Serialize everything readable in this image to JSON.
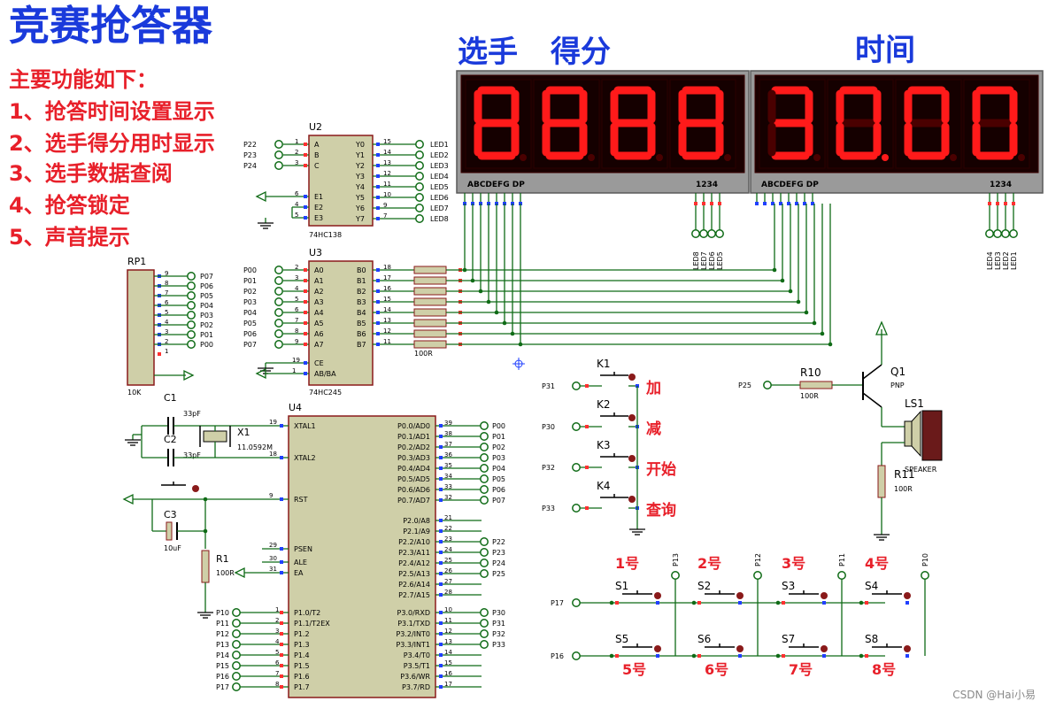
{
  "title": "竞赛抢答器",
  "features": {
    "heading": "主要功能如下：",
    "items": [
      "1、抢答时间设置显示",
      "2、选手得分用时显示",
      "3、选手数据查阅",
      "4、抢答锁定",
      "5、声音提示"
    ]
  },
  "display": {
    "header_player": "选手",
    "header_score": "得分",
    "header_time": "时间",
    "segment_label": "ABCDEFG  DP",
    "digit_label": "1234",
    "left_digits": [
      "8",
      "8",
      "8",
      "8"
    ],
    "right_digits": [
      "3",
      "0",
      "0",
      "0"
    ],
    "right_dp_digit": 1,
    "left_pins": [
      "LED8",
      "LED7",
      "LED6",
      "LED5"
    ],
    "right_pins": [
      "LED4",
      "LED3",
      "LED2",
      "LED1"
    ],
    "on_color": "#ff1a1a",
    "off_color": "#4a0000"
  },
  "u2": {
    "ref": "U2",
    "part": "74HC138",
    "in_pins": [
      "A",
      "B",
      "C"
    ],
    "in_nums": [
      "1",
      "2",
      "3"
    ],
    "in_nets": [
      "P22",
      "P23",
      "P24"
    ],
    "en_pins": [
      "E1",
      "E2",
      "E3"
    ],
    "en_nums": [
      "6",
      "4",
      "5"
    ],
    "out_pins": [
      "Y0",
      "Y1",
      "Y2",
      "Y3",
      "Y4",
      "Y5",
      "Y6",
      "Y7"
    ],
    "out_nums": [
      "15",
      "14",
      "13",
      "12",
      "11",
      "10",
      "9",
      "7"
    ],
    "out_nets": [
      "LED1",
      "LED2",
      "LED3",
      "LED4",
      "LED5",
      "LED6",
      "LED7",
      "LED8"
    ]
  },
  "u3": {
    "ref": "U3",
    "part": "74HC245",
    "a_pins": [
      "A0",
      "A1",
      "A2",
      "A3",
      "A4",
      "A5",
      "A6",
      "A7"
    ],
    "a_nums": [
      "2",
      "3",
      "4",
      "5",
      "6",
      "7",
      "8",
      "9"
    ],
    "a_nets": [
      "P00",
      "P01",
      "P02",
      "P03",
      "P04",
      "P05",
      "P06",
      "P07"
    ],
    "b_pins": [
      "B0",
      "B1",
      "B2",
      "B3",
      "B4",
      "B5",
      "B6",
      "B7"
    ],
    "b_nums": [
      "18",
      "17",
      "16",
      "15",
      "14",
      "13",
      "12",
      "11"
    ],
    "ctrl_pins": [
      "CE",
      "AB/BA"
    ],
    "ctrl_nums": [
      "19",
      "1"
    ],
    "res_label": "100R"
  },
  "rp1": {
    "ref": "RP1",
    "value": "10K",
    "nums": [
      "9",
      "8",
      "7",
      "6",
      "5",
      "4",
      "3",
      "2",
      "1"
    ],
    "nets": [
      "P07",
      "P06",
      "P05",
      "P04",
      "P03",
      "P02",
      "P01",
      "P00"
    ]
  },
  "u4": {
    "ref": "U4",
    "left_top": [
      [
        "XTAL1",
        "19"
      ],
      [
        "XTAL2",
        "18"
      ],
      [
        "RST",
        "9"
      ],
      [
        "PSEN",
        "29"
      ],
      [
        "ALE",
        "30"
      ],
      [
        "EA",
        "31"
      ]
    ],
    "p1_pins": [
      "P1.0/T2",
      "P1.1/T2EX",
      "P1.2",
      "P1.3",
      "P1.4",
      "P1.5",
      "P1.6",
      "P1.7"
    ],
    "p1_nums": [
      "1",
      "2",
      "3",
      "4",
      "5",
      "6",
      "7",
      "8"
    ],
    "p1_nets": [
      "P10",
      "P11",
      "P12",
      "P13",
      "P14",
      "P15",
      "P16",
      "P17"
    ],
    "p0_pins": [
      "P0.0/AD0",
      "P0.1/AD1",
      "P0.2/AD2",
      "P0.3/AD3",
      "P0.4/AD4",
      "P0.5/AD5",
      "P0.6/AD6",
      "P0.7/AD7"
    ],
    "p0_nums": [
      "39",
      "38",
      "37",
      "36",
      "35",
      "34",
      "33",
      "32"
    ],
    "p0_nets": [
      "P00",
      "P01",
      "P02",
      "P03",
      "P04",
      "P05",
      "P06",
      "P07"
    ],
    "p2_pins": [
      "P2.0/A8",
      "P2.1/A9",
      "P2.2/A10",
      "P2.3/A11",
      "P2.4/A12",
      "P2.5/A13",
      "P2.6/A14",
      "P2.7/A15"
    ],
    "p2_nums": [
      "21",
      "22",
      "23",
      "24",
      "25",
      "26",
      "27",
      "28"
    ],
    "p2_nets": [
      "",
      "",
      "P22",
      "P23",
      "P24",
      "P25",
      "",
      ""
    ],
    "p3_pins": [
      "P3.0/RXD",
      "P3.1/TXD",
      "P3.2/INT0",
      "P3.3/INT1",
      "P3.4/T0",
      "P3.5/T1",
      "P3.6/WR",
      "P3.7/RD"
    ],
    "p3_nums": [
      "10",
      "11",
      "12",
      "13",
      "14",
      "15",
      "16",
      "17"
    ],
    "p3_nets": [
      "P30",
      "P31",
      "P32",
      "P33",
      "",
      "",
      "",
      ""
    ]
  },
  "osc": {
    "c1": "C1",
    "c2": "C2",
    "c_val": "33pF",
    "x1": "X1",
    "x1_val": "11.0592M",
    "c3": "C3",
    "c3_val": "10uF",
    "r1": "R1",
    "r1_val": "100R"
  },
  "keys": [
    {
      "ref": "K1",
      "net": "P31",
      "label": "加"
    },
    {
      "ref": "K2",
      "net": "P30",
      "label": "减"
    },
    {
      "ref": "K3",
      "net": "P32",
      "label": "开始"
    },
    {
      "ref": "K4",
      "net": "P33",
      "label": "查询"
    }
  ],
  "buzzer": {
    "r10": "R10",
    "r10_val": "100R",
    "q1": "Q1",
    "q1_type": "PNP",
    "ls1": "LS1",
    "ls1_type": "SPEAKER",
    "r11": "R11",
    "r11_val": "100R",
    "net": "P25"
  },
  "players": {
    "row_nets": [
      "P17",
      "P16"
    ],
    "col_nets": [
      "P13",
      "P12",
      "P11",
      "P10"
    ],
    "top": [
      {
        "ref": "S1",
        "label": "1号"
      },
      {
        "ref": "S2",
        "label": "2号"
      },
      {
        "ref": "S3",
        "label": "3号"
      },
      {
        "ref": "S4",
        "label": "4号"
      }
    ],
    "bottom": [
      {
        "ref": "S5",
        "label": "5号"
      },
      {
        "ref": "S6",
        "label": "6号"
      },
      {
        "ref": "S7",
        "label": "7号"
      },
      {
        "ref": "S8",
        "label": "8号"
      }
    ]
  },
  "watermark": "CSDN @Hai小易",
  "colors": {
    "wire": "#0f6b16",
    "chip_fill": "#cfcfa8",
    "chip_stroke": "#8a1a1a",
    "pin_red": "#ff3030",
    "pin_blue": "#2040ff",
    "title_blue": "#1a3adb",
    "feature_red": "#e8202a"
  }
}
